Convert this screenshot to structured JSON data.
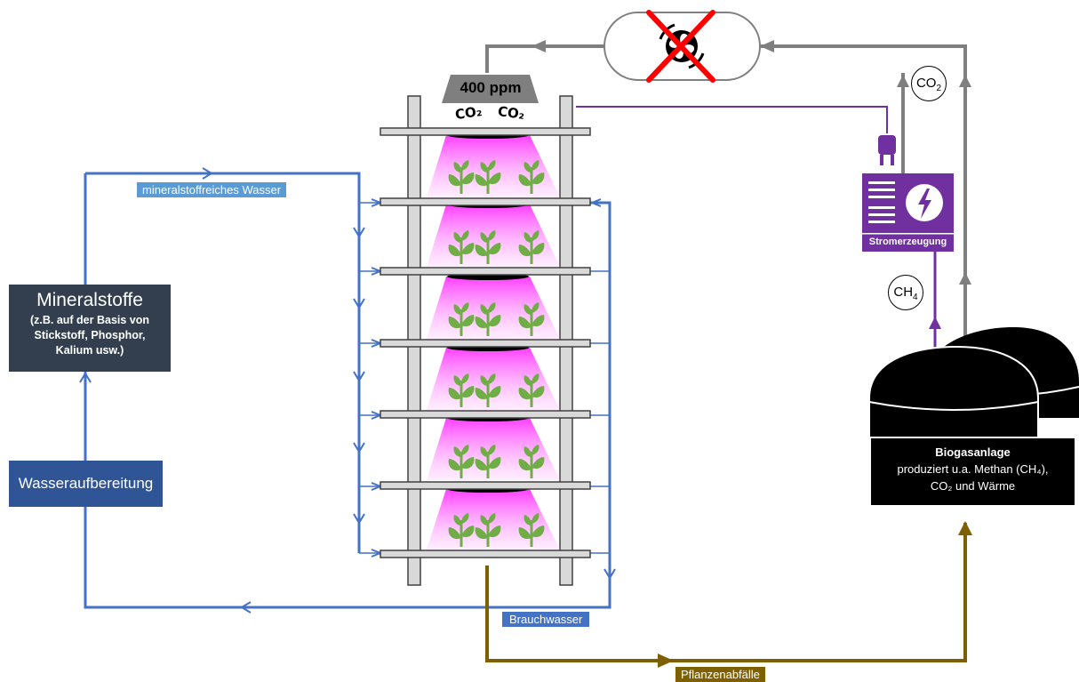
{
  "labels": {
    "mineralstoffe_title": "Mineralstoffe",
    "mineralstoffe_detail": "(z.B. auf der Basis von Stickstoff, Phosphor, Kalium usw.)",
    "wasseraufbereitung": "Wasseraufbereitung",
    "mineral_water": "mineralstoffreiches Wasser",
    "brauchwasser": "Brauchwasser",
    "pflanzenabfaelle": "Pflanzenabfälle",
    "ppm": "400 ppm",
    "shelf_co2_a": "CO₂",
    "shelf_co2_b": "CO₂",
    "co2_circle": "CO",
    "co2_sub": "2",
    "ch4_circle": "CH",
    "ch4_sub": "4",
    "stromerzeugung": "Stromerzeugung",
    "biogas_title": "Biogasanlage",
    "biogas_line1": "produziert u.a. Methan (CH₄),",
    "biogas_line2": "CO₂  und Wärme"
  },
  "colors": {
    "water_blue": "#4472c4",
    "co2_gray": "#7f7f7f",
    "power_purple": "#7030a0",
    "waste_gold": "#7f6000",
    "grow_light_pink": "#ff66ff",
    "plant_green": "#70ad47",
    "no_fan_red": "#ff0000"
  },
  "icons": [
    "fan-icon",
    "crossed-out-icon",
    "plug-icon",
    "lightning-bolt-icon",
    "plant-icon",
    "biogas-dome-icon"
  ],
  "shelf_count": 6,
  "plants_per_shelf": 3
}
